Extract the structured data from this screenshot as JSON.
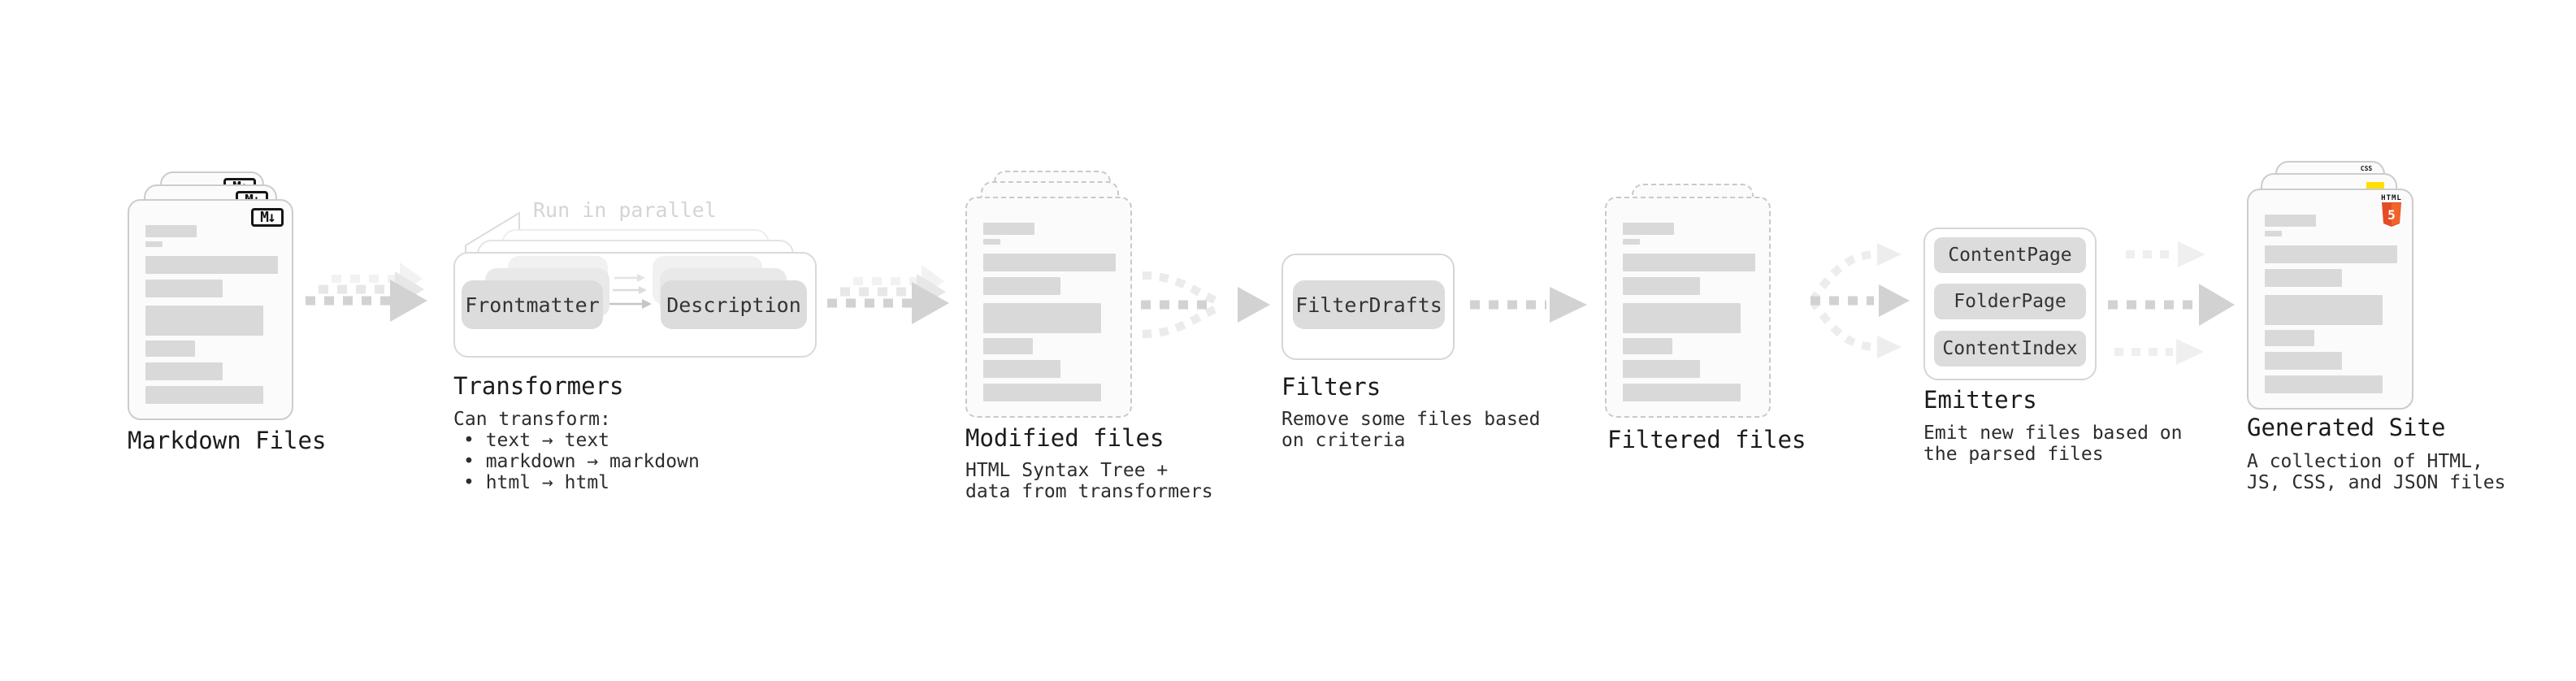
{
  "colors": {
    "arrow_dark": "#d2d2d2",
    "arrow_light": "#e7e7e7",
    "arrow_faint": "#f2f2f2",
    "pill_bg": "#dcdcdc",
    "card_border": "#cccccc",
    "html5_orange": "#e44d26",
    "js_yellow": "#ffdf00",
    "css_blue": "#2b63f6"
  },
  "stages": {
    "markdown": {
      "title": "Markdown Files",
      "badge": "M↓"
    },
    "transformers": {
      "title": "Transformers",
      "parallel_note": "Run in parallel",
      "pill_left": "Frontmatter",
      "pill_right": "Description",
      "subtitle": "Can transform:",
      "bullets": [
        "• text → text",
        "• markdown → markdown",
        "• html → html"
      ]
    },
    "modified": {
      "title": "Modified files",
      "subtitle_lines": [
        "HTML Syntax Tree +",
        "data from transformers"
      ]
    },
    "filters": {
      "title": "Filters",
      "pill": "FilterDrafts",
      "subtitle_lines": [
        "Remove some files based",
        "on criteria"
      ]
    },
    "filtered": {
      "title": "Filtered files"
    },
    "emitters": {
      "title": "Emitters",
      "pills": [
        "ContentPage",
        "FolderPage",
        "ContentIndex"
      ],
      "subtitle_lines": [
        "Emit new files based on",
        "the parsed files"
      ]
    },
    "generated": {
      "title": "Generated Site",
      "subtitle_lines": [
        "A collection of HTML,",
        "JS, CSS, and JSON files"
      ],
      "badges": {
        "css_label": "CSS",
        "html_label": "HTML",
        "html_number": "5"
      }
    }
  }
}
